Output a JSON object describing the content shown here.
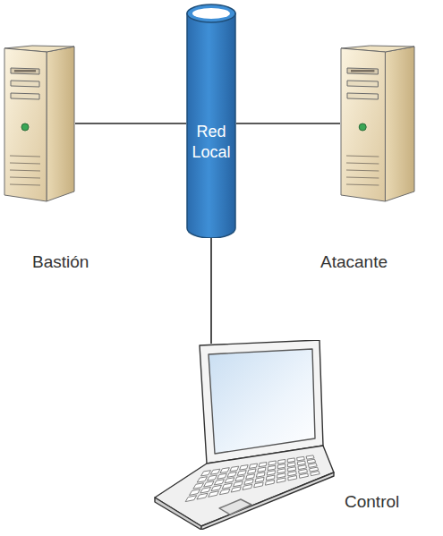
{
  "diagram": {
    "nodes": [
      {
        "text": [
          "Bastión"
        ]
      },
      {
        "text": [
          "Red Local"
        ]
      },
      {
        "text": [
          "Atacante"
        ]
      },
      {
        "text": [
          "Control"
        ]
      }
    ],
    "edges": [
      {
        "from": 0,
        "to": 1,
        "arrow": "none"
      },
      {
        "from": 1,
        "to": 2,
        "arrow": "none"
      },
      {
        "from": 1,
        "to": 3,
        "arrow": "none"
      }
    ]
  }
}
